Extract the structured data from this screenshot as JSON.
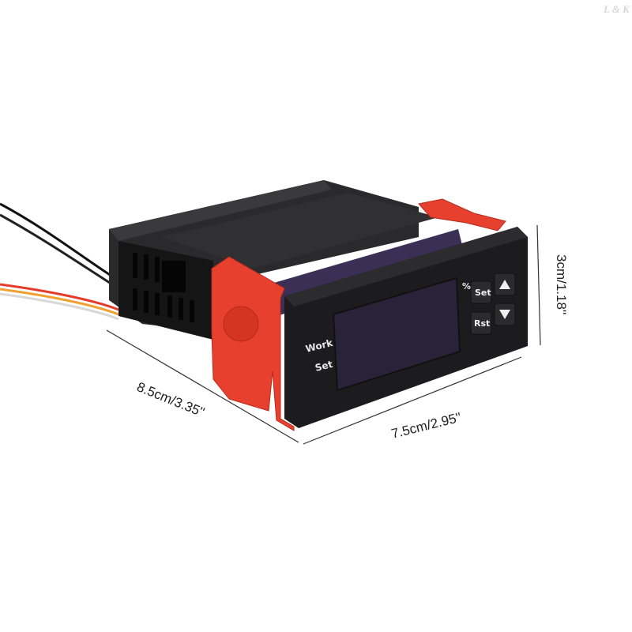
{
  "watermark": "L & K",
  "dimensions": {
    "depth": "8.5cm/3.35''",
    "width": "7.5cm/2.95''",
    "height": "3cm/1.18''"
  },
  "front_panel": {
    "indicator_work": "Work",
    "indicator_set": "Set",
    "unit_symbol": "%",
    "buttons": [
      {
        "label": "Set",
        "icon": null
      },
      {
        "label": "",
        "icon": "up-triangle"
      },
      {
        "label": "Rst",
        "icon": null
      },
      {
        "label": "",
        "icon": "down-triangle"
      }
    ]
  },
  "colors": {
    "body": "#1c1c1e",
    "clip": "#e8402e",
    "display": "#2a2238",
    "wires": [
      "#111111",
      "#e53b2a",
      "#f0a030",
      "#e0e0e0"
    ]
  }
}
